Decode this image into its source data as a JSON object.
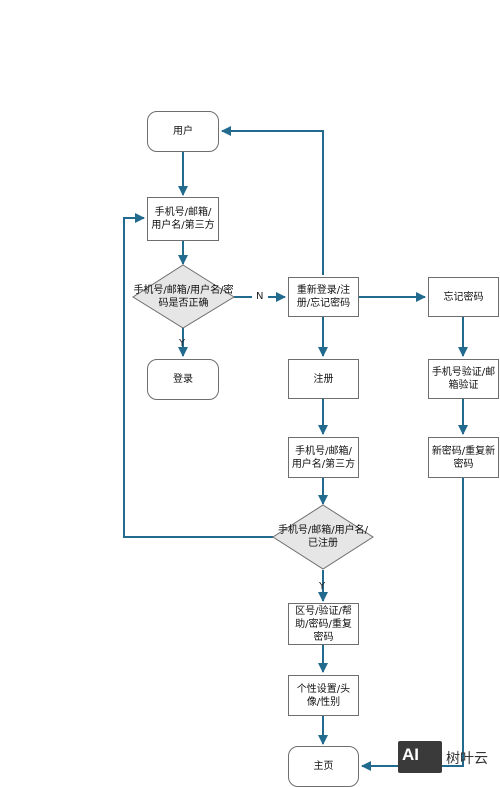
{
  "diagram": {
    "nodes": {
      "user": "用户",
      "account_input_1": "手机号/邮箱/用户名/第三方",
      "check_credentials": "手机号/邮箱/用户名/密码是否正确",
      "login": "登录",
      "relogin_options": "重新登录/注册/忘记密码",
      "register": "注册",
      "account_input_2": "手机号/邮箱/用户名/第三方",
      "check_registered": "手机号/邮箱/用户名/已注册",
      "region_verify_password": "区号/验证/帮助/密码/重复密码",
      "profile_settings": "个性设置/头像/性别",
      "home": "主页",
      "forgot_password": "忘记密码",
      "phone_email_verify": "手机号验证/邮箱验证",
      "new_password": "新密码/重复新密码"
    },
    "edge_labels": {
      "no": "N",
      "yes_login": "Y",
      "yes_register": "Y"
    },
    "colors": {
      "arrow": "#236b8e",
      "border": "#6e6e6e",
      "decision_fill": "#e6e6e6"
    }
  },
  "watermark": {
    "logo_text": "AI",
    "brand": "树叶云"
  }
}
